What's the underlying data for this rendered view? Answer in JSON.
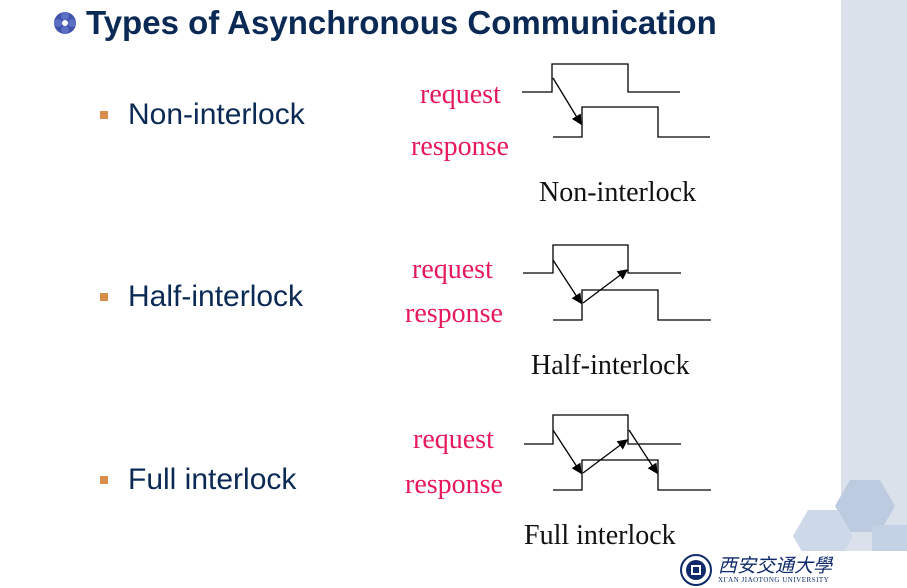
{
  "title": "Types of Asynchronous Communication",
  "bullets": [
    {
      "label": "Non-interlock",
      "caption": "Non-interlock"
    },
    {
      "label": "Half-interlock",
      "caption": "Half-interlock"
    },
    {
      "label": "Full interlock",
      "caption": "Full interlock"
    }
  ],
  "signals": {
    "request": "request",
    "response": "response"
  },
  "logo": {
    "chinese": "西安交通大學",
    "english": "XI'AN JIAOTONG UNIVERSITY"
  },
  "colors": {
    "title": "#0a2a55",
    "bullet": "#d98e4b",
    "signal_label": "#e8195a",
    "band": "#dbe1ea"
  }
}
